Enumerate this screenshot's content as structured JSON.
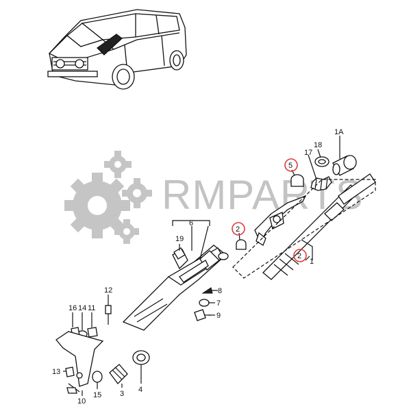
{
  "watermark": {
    "text": "RMPARTS",
    "color": "#b9b9b9"
  },
  "labels": {
    "p1": "1",
    "p1a": "1A",
    "p2a": "2",
    "p2b": "2",
    "p3": "3",
    "p4": "4",
    "p5": "5",
    "p6": "6",
    "p7": "7",
    "p8": "8",
    "p9": "9",
    "p10": "10",
    "p11": "11",
    "p12": "12",
    "p13": "13",
    "p14": "14",
    "p15": "15",
    "p16": "16",
    "p17": "17",
    "p18": "18",
    "p19": "19"
  },
  "highlight_color": "#e23a3a",
  "icons": [
    "car-illustration",
    "gear-watermark-icon"
  ]
}
